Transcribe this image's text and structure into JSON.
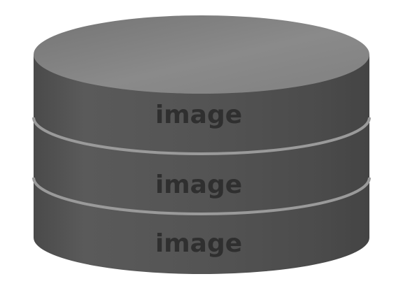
{
  "diagram": {
    "layers": [
      {
        "label": "image"
      },
      {
        "label": "image"
      },
      {
        "label": "image"
      }
    ],
    "colors": {
      "side_dark": "#4d4d4d",
      "side_light": "#5c5c5c",
      "top_light": "#8a8a8a",
      "top_dark": "#777777",
      "separator": "#9a9a9a",
      "text": "#2f2f2f"
    }
  }
}
